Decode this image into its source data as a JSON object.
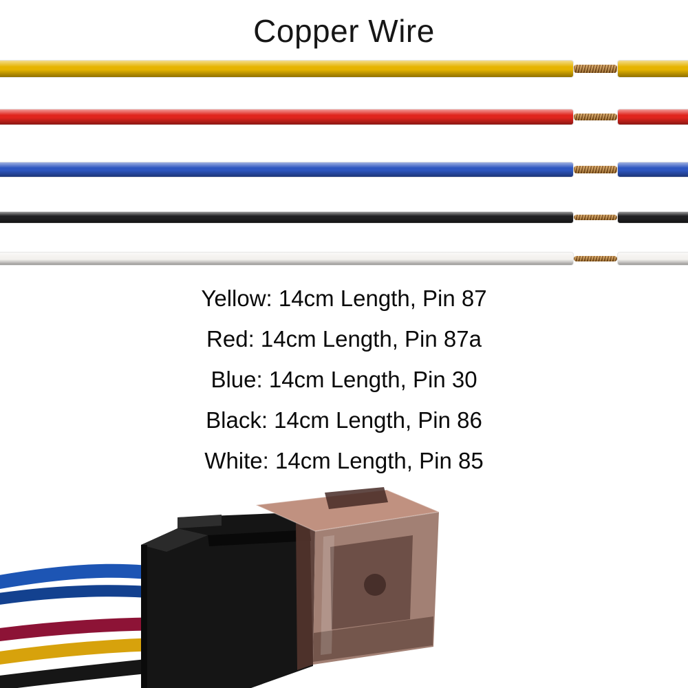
{
  "title": "Copper Wire",
  "copper_color": "#b5731f",
  "wires": [
    {
      "name": "Yellow",
      "color": "#e6b400",
      "spec": "Yellow: 14cm Length, Pin 87"
    },
    {
      "name": "Red",
      "color": "#e0251e",
      "spec": "Red: 14cm Length, Pin 87a"
    },
    {
      "name": "Blue",
      "color": "#2e56c0",
      "spec": "Blue: 14cm Length, Pin 30"
    },
    {
      "name": "Black",
      "color": "#202022",
      "spec": "Black: 14cm Length, Pin 86"
    },
    {
      "name": "White",
      "color": "#f4f2ef",
      "spec": "White: 14cm Length, Pin 85"
    }
  ],
  "relay_photo": {
    "socket_color": "#151515",
    "cover_top_color": "#c09180",
    "cover_front_color": "rgba(142,100,86,0.82)",
    "cover_left_color": "rgba(82,52,45,0.92)",
    "tab_color": "rgba(70,42,38,0.85)",
    "leads": {
      "blue": "#1d55b4",
      "blue_dark": "#13418f",
      "maroon": "#8d1336",
      "yellow": "#d7a20c",
      "black": "#161616"
    }
  }
}
